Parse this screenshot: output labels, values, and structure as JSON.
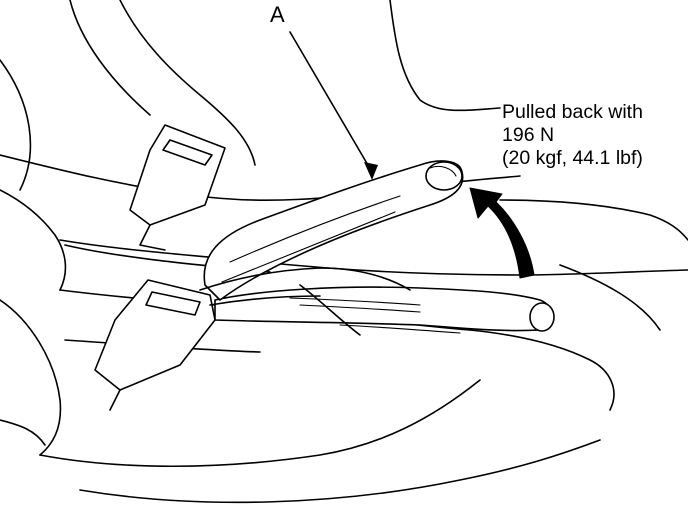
{
  "callout": {
    "label": "A"
  },
  "note": {
    "line1": "Pulled back with",
    "line2": "196 N",
    "line3": "(20 kgf, 44.1 lbf)"
  },
  "colors": {
    "ink": "#000000",
    "background": "#ffffff"
  }
}
